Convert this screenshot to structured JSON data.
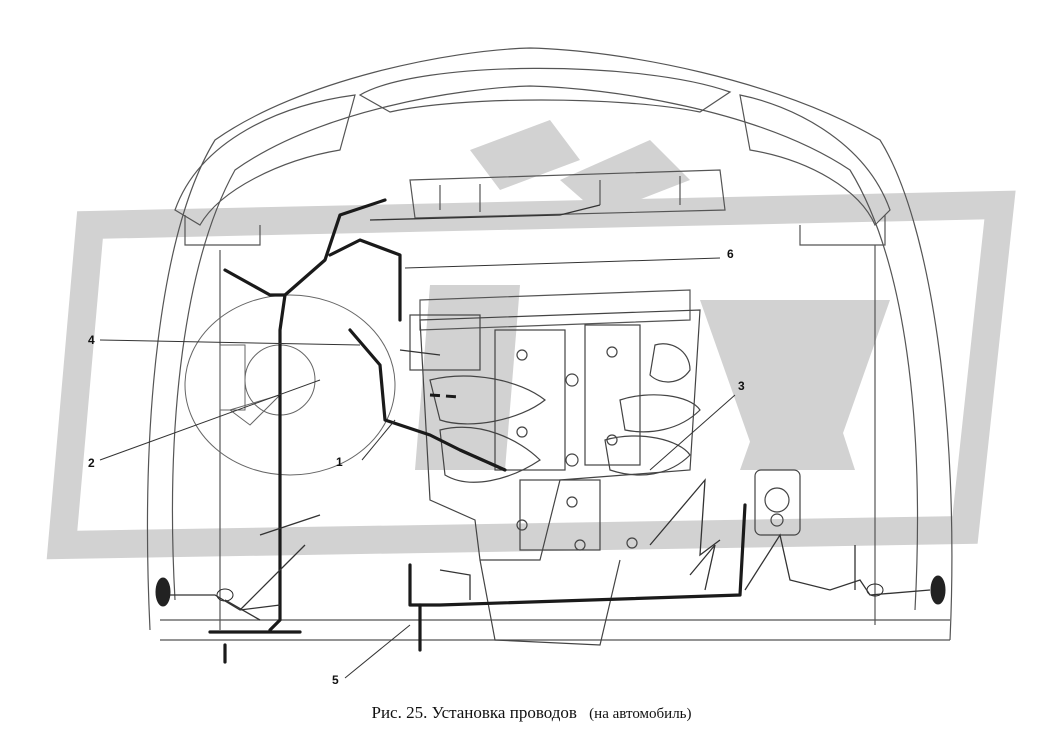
{
  "figure": {
    "callouts": [
      "1",
      "2",
      "3",
      "4",
      "5",
      "6"
    ],
    "watermark_color": "#c8c8c8",
    "line_color": "#333333",
    "harness_color": "#1a1a1a"
  },
  "caption": {
    "main": "Рис. 25. Установка проводов",
    "note": "(на автомобиль)"
  }
}
